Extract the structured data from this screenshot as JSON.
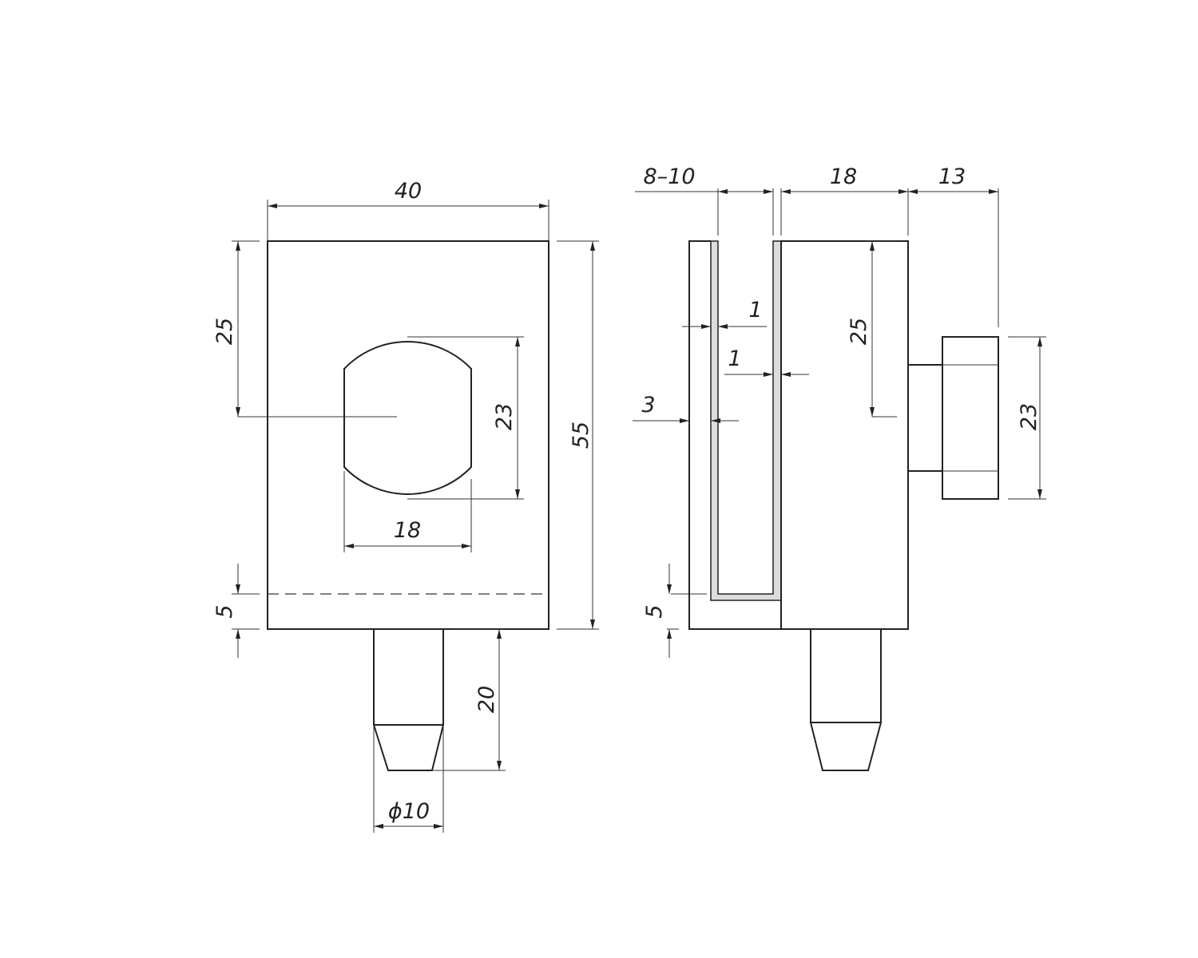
{
  "front_view": {
    "width_label": "40",
    "hole_center_label": "25",
    "height_label": "55",
    "hole_height_label": "23",
    "hole_width_label": "18",
    "base_label": "5",
    "pin_length_label": "20",
    "pin_diameter_label": "ϕ10"
  },
  "side_view": {
    "glass_thickness_label": "8–10",
    "body_depth_label": "18",
    "knob_depth_label": "13",
    "gasket_left_label": "1",
    "gasket_right_label": "1",
    "wall_label": "3",
    "knob_center_label": "25",
    "knob_height_label": "23",
    "base_label": "5"
  },
  "colors": {
    "line": "#222222",
    "gasket": "#dcdcdc"
  }
}
